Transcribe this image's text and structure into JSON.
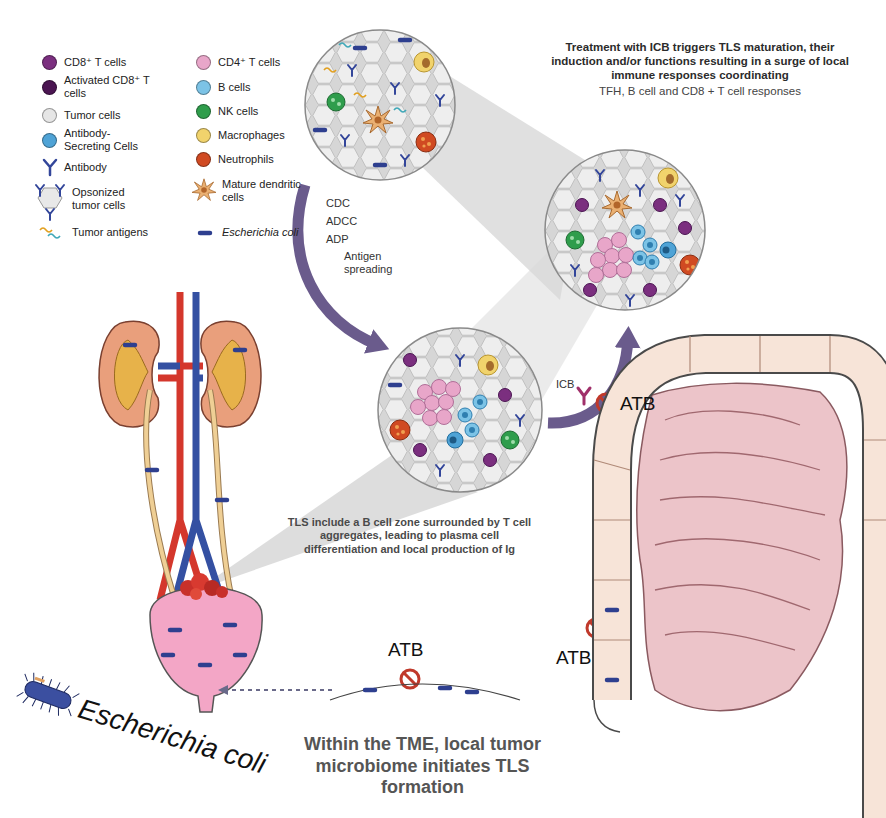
{
  "diagram": {
    "labels": [
      "Treatment with ICB triggers TLS maturation, their induction and/or functions resulting in a surge of local immune responses coordinating",
      "TFH, B cell and CD8 + T cell responses",
      "CDC",
      "ADCC",
      "ADP",
      "Antigen spreading",
      "ICB",
      "ATB",
      "TLS include a B cell zone surrounded by T cell aggregates, leading to plasma cell differentiation and local production of Ig",
      "ATB",
      "ATB",
      "Escherichia coli",
      "Within the TME, local tumor microbiome initiates TLS formation"
    ],
    "legend": [
      {
        "text": "CD8⁺ T cells",
        "color": "#7b2f7f"
      },
      {
        "text": "Activated CD8⁺ T cells",
        "color": "#4b1552"
      },
      {
        "text": "Tumor cells",
        "color": "#e6e6e6"
      },
      {
        "text": "Antibody-Secreting Cells",
        "color": "#4fa3d6"
      },
      {
        "text": "Antibody"
      },
      {
        "text": "Opsonized tumor cells"
      },
      {
        "text": "Tumor antigens"
      },
      {
        "text": "CD4⁺ T cells",
        "color": "#e8a6c9"
      },
      {
        "text": "B cells",
        "color": "#7cc3e6"
      },
      {
        "text": "NK cells",
        "color": "#2f9d4c"
      },
      {
        "text": "Macrophages",
        "color": "#f1d36c"
      },
      {
        "text": "Neutrophils",
        "color": "#d04a22"
      },
      {
        "text": "Mature dendritic cells"
      },
      {
        "text": "Escherichia coli"
      }
    ]
  }
}
